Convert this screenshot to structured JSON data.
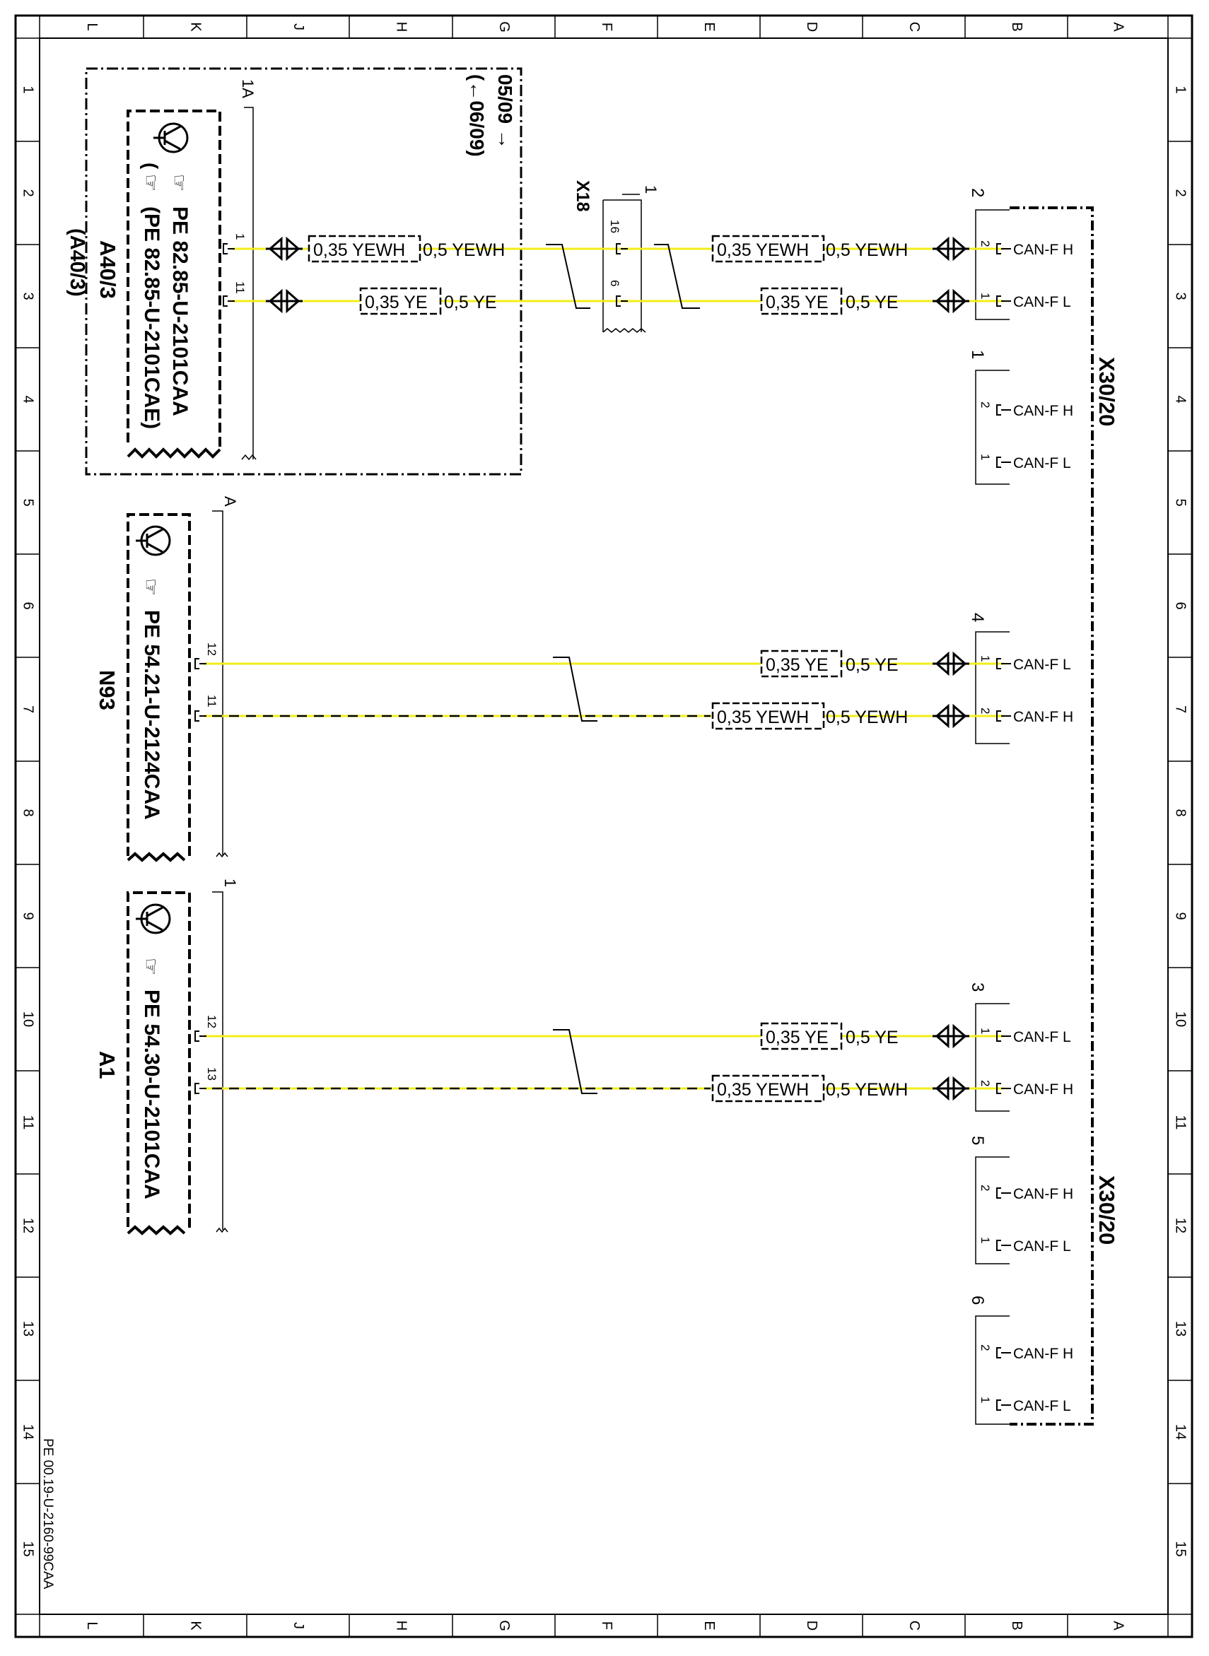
{
  "colors": {
    "wire": "#f2ee1a",
    "ink": "#000000",
    "border_inner": "#555555"
  },
  "grid_letters": [
    "L",
    "K",
    "J",
    "H",
    "G",
    "F",
    "E",
    "D",
    "C",
    "B",
    "A"
  ],
  "grid_numbers": [
    "1",
    "2",
    "3",
    "4",
    "5",
    "6",
    "7",
    "8",
    "9",
    "10",
    "11",
    "12",
    "13",
    "14",
    "15"
  ],
  "doc_ref": "PE 00.19-U-2160-99CAA",
  "components": {
    "a40": {
      "name": "A40/3",
      "name_alt": "(A40/3)",
      "ref": "PE 82.85-U-2101CAA",
      "ref_alt": "(PE 82.85-U-2101CAE)",
      "connector": "1A",
      "validity_from": "05/09 →",
      "validity_to": "(←06/09)",
      "pins": [
        "1",
        "11"
      ]
    },
    "n93": {
      "name": "N93",
      "ref": "PE 54.21-U-2124CAA",
      "connector": "A",
      "pins": [
        "12",
        "11"
      ]
    },
    "a1": {
      "name": "A1",
      "ref": "PE 54.30-U-2101CAA",
      "connector": "1",
      "pins": [
        "12",
        "13"
      ]
    },
    "x18": {
      "name": "X18",
      "connector": "1",
      "pins": [
        "16",
        "6"
      ]
    },
    "x30_top": {
      "name": "X30/20"
    },
    "x30_bottom": {
      "name": "X30/20"
    }
  },
  "wire_labels": {
    "yewh_small": "0,35 YEWH",
    "yewh_large": "0,5 YEWH",
    "ye_small": "0,35 YE",
    "ye_large": "0,5 YE"
  },
  "x30_groups": [
    {
      "id": "2",
      "pins": [
        {
          "num": "2",
          "signal": "CAN-F H"
        },
        {
          "num": "1",
          "signal": "CAN-F L"
        }
      ]
    },
    {
      "id": "1",
      "pins": [
        {
          "num": "2",
          "signal": "CAN-F H"
        },
        {
          "num": "1",
          "signal": "CAN-F L"
        }
      ]
    },
    {
      "id": "4",
      "pins": [
        {
          "num": "1",
          "signal": "CAN-F L"
        },
        {
          "num": "2",
          "signal": "CAN-F H"
        }
      ]
    },
    {
      "id": "3",
      "pins": [
        {
          "num": "1",
          "signal": "CAN-F L"
        },
        {
          "num": "2",
          "signal": "CAN-F H"
        }
      ]
    },
    {
      "id": "5",
      "pins": [
        {
          "num": "2",
          "signal": "CAN-F H"
        },
        {
          "num": "1",
          "signal": "CAN-F L"
        }
      ]
    },
    {
      "id": "6",
      "pins": [
        {
          "num": "2",
          "signal": "CAN-F H"
        },
        {
          "num": "1",
          "signal": "CAN-F L"
        }
      ]
    }
  ]
}
